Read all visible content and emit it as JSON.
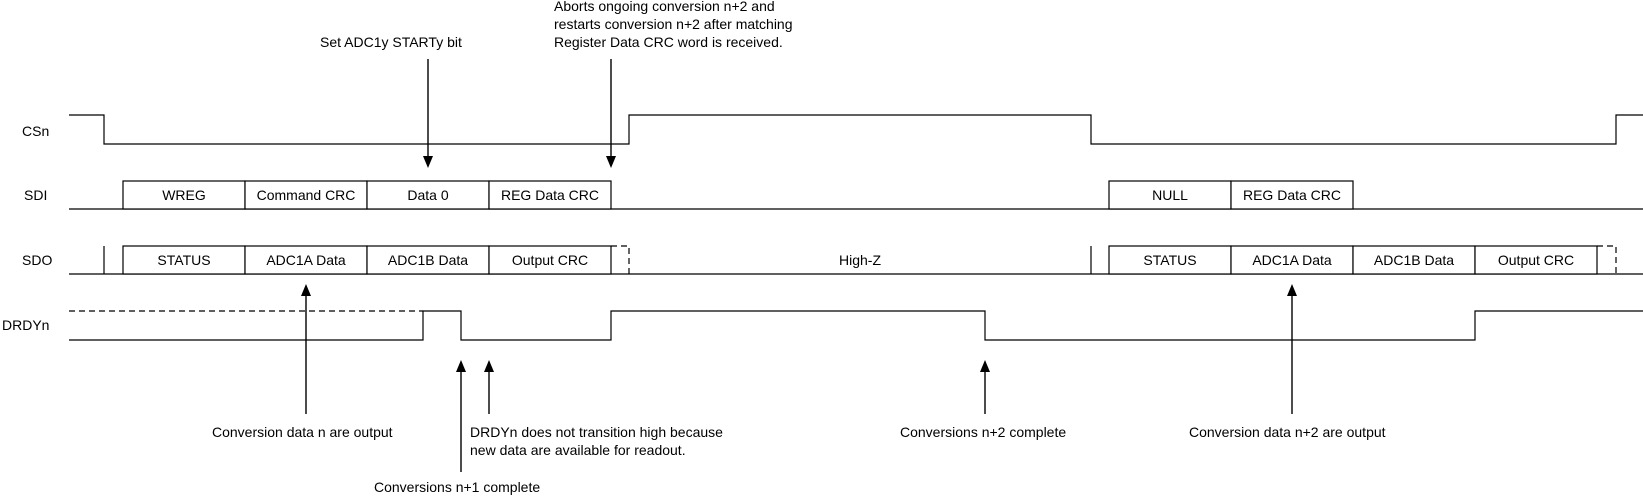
{
  "signals": {
    "csn": "CSn",
    "sdi": "SDI",
    "sdo": "SDO",
    "drdyn": "DRDYn"
  },
  "sdi_fields": {
    "wreg": "WREG",
    "command_crc": "Command CRC",
    "data0": "Data 0",
    "reg_data_crc": "REG Data CRC",
    "null": "NULL",
    "reg_data_crc_2": "REG Data CRC"
  },
  "sdo_fields": {
    "status": "STATUS",
    "adc1a": "ADC1A Data",
    "adc1b": "ADC1B Data",
    "output_crc": "Output CRC",
    "high_z": "High-Z",
    "status_2": "STATUS",
    "adc1a_2": "ADC1A Data",
    "adc1b_2": "ADC1B Data",
    "output_crc_2": "Output CRC"
  },
  "annotations": {
    "set_start": "Set ADC1y STARTy bit",
    "aborts_1": "Aborts ongoing conversion n+2 and",
    "aborts_2": "restarts conversion n+2 after matching",
    "aborts_3": "Register Data CRC word is received.",
    "conv_n_output": "Conversion data n are output",
    "drdyn_no_1": "DRDYn does not transition high because",
    "drdyn_no_2": "new data are available for readout.",
    "conv_n1": "Conversions n+1 complete",
    "conv_n2_complete": "Conversions n+2 complete",
    "conv_n2_output": "Conversion data n+2 are output"
  }
}
